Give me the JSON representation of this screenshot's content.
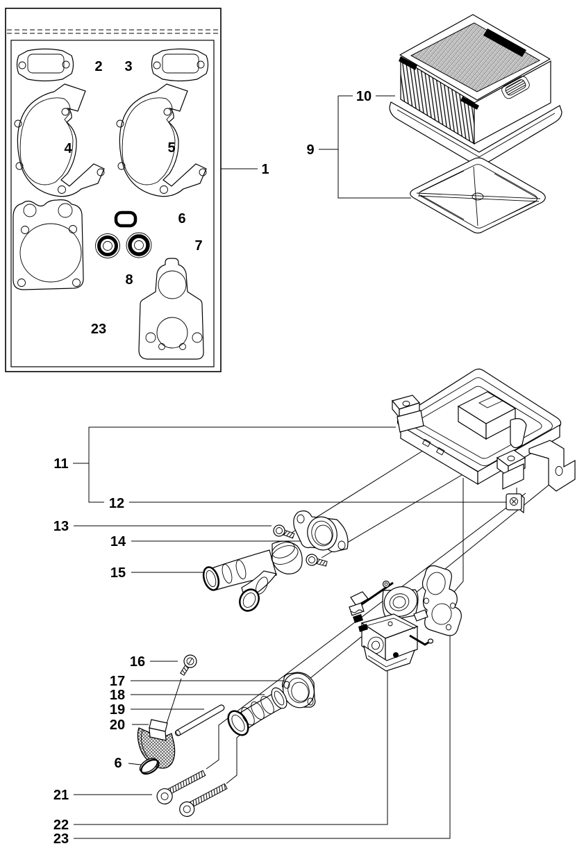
{
  "page": {
    "background": "#ffffff",
    "ink": "#000000",
    "kind": "exploded-parts-diagram"
  },
  "callouts": [
    {
      "part": "gasket-kit-box",
      "text": "1"
    },
    {
      "part": "muffler-gasket-a",
      "text": "2"
    },
    {
      "part": "muffler-gasket-b",
      "text": "3"
    },
    {
      "part": "crankcase-gasket-a",
      "text": "4"
    },
    {
      "part": "crankcase-gasket-b",
      "text": "5"
    },
    {
      "part": "sealing-ring-kit",
      "text": "6"
    },
    {
      "part": "oil-seals",
      "text": "7"
    },
    {
      "part": "cylinder-gasket",
      "text": "8"
    },
    {
      "part": "manifold-gasket-kit",
      "text": "23"
    },
    {
      "part": "air-filter-assembly",
      "text": "9"
    },
    {
      "part": "air-filter-element",
      "text": "10"
    },
    {
      "part": "air-filter-housing",
      "text": "11"
    },
    {
      "part": "square-nut",
      "text": "12"
    },
    {
      "part": "screw-small",
      "text": "13"
    },
    {
      "part": "clamp-flange-a",
      "text": "14"
    },
    {
      "part": "intake-duct",
      "text": "15"
    },
    {
      "part": "screw-pan-head",
      "text": "16"
    },
    {
      "part": "clamp-flange-b",
      "text": "17"
    },
    {
      "part": "intake-boot",
      "text": "18"
    },
    {
      "part": "rod-pin",
      "text": "19"
    },
    {
      "part": "screen-lever",
      "text": "20"
    },
    {
      "part": "sealing-ring",
      "text": "6"
    },
    {
      "part": "long-screws",
      "text": "21"
    },
    {
      "part": "carburetor",
      "text": "22"
    },
    {
      "part": "carburetor-gasket",
      "text": "23"
    }
  ]
}
